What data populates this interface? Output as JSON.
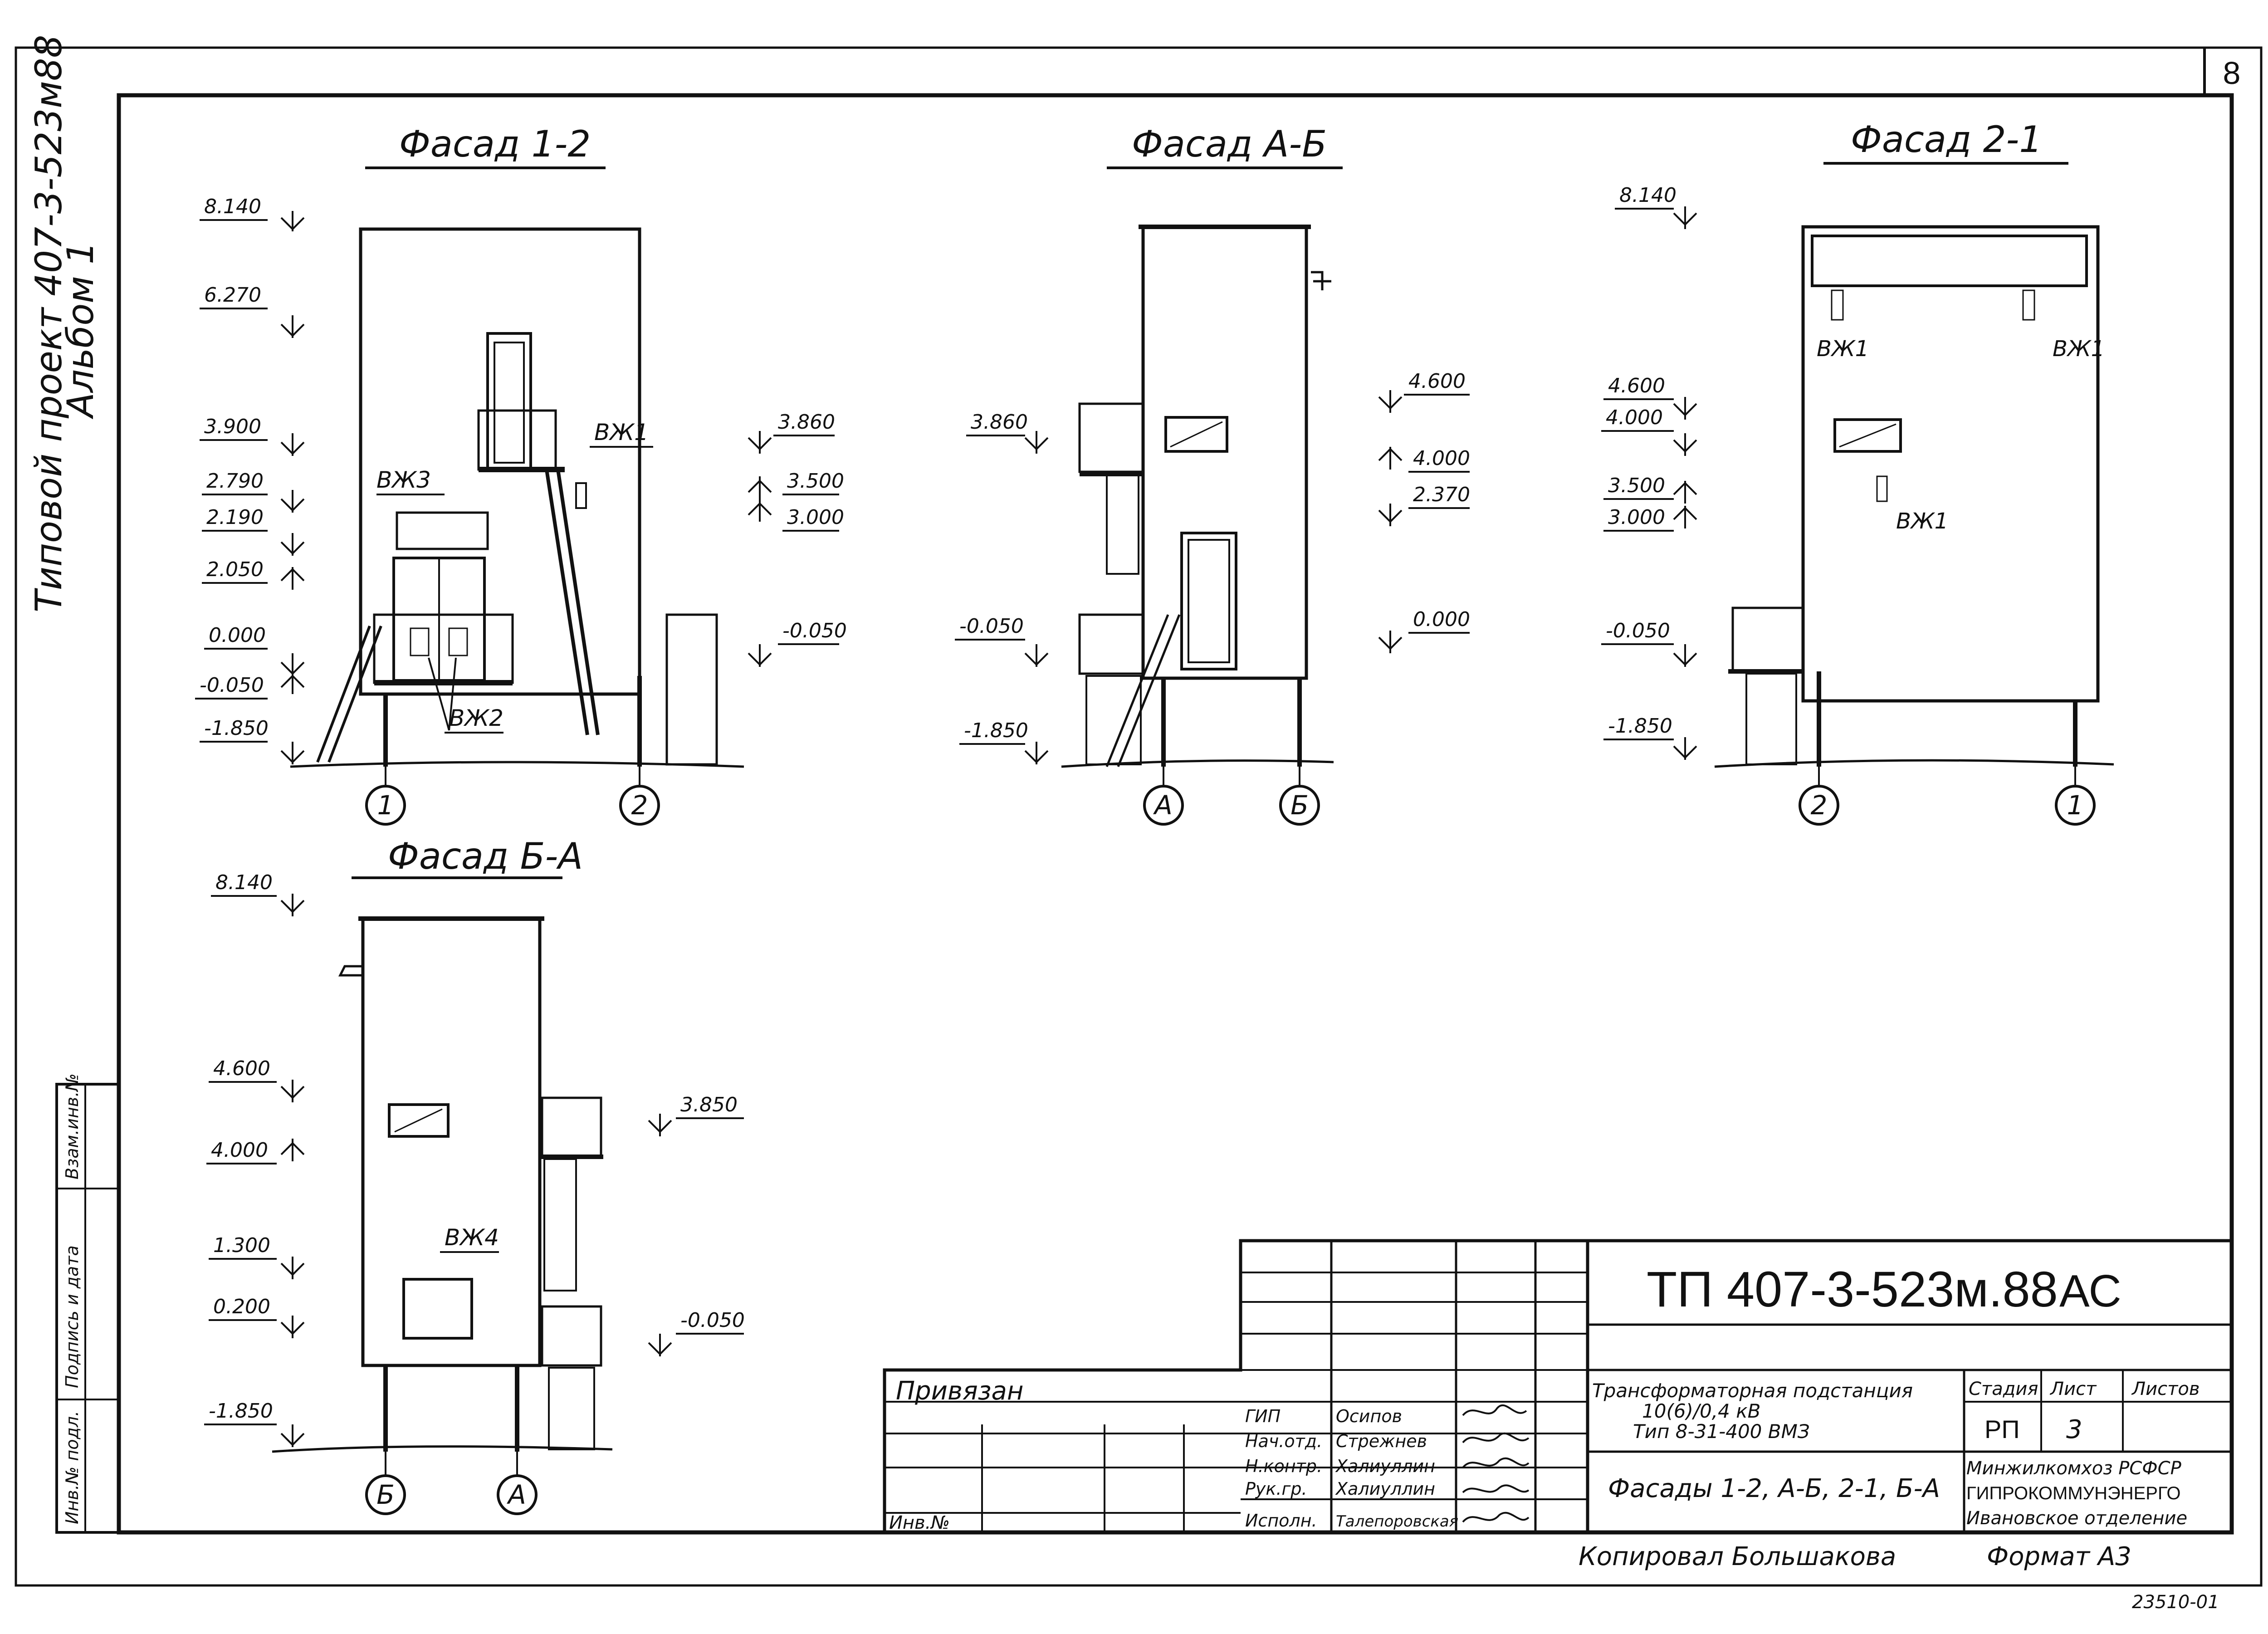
{
  "sheet": {
    "number": "8",
    "side_label_line1": "Типовой проект 407-3-523м88",
    "side_label_line2": "Альбом 1",
    "margin_labels": [
      "Инв.№ подл.",
      "Подпись и дата",
      "Взам.инв.№"
    ]
  },
  "views": {
    "facade_1_2": {
      "title": "Фасад 1-2",
      "left_levels": [
        "8.140",
        "6.270",
        "3.900",
        "2.790",
        "2.190",
        "2.050",
        "0.000",
        "-0.050",
        "-1.850"
      ],
      "right_levels": [
        "3.860",
        "3.500",
        "3.000",
        "-0.050"
      ],
      "labels": [
        "ВЖ3",
        "ВЖ1",
        "ВЖ2"
      ],
      "axes": [
        "1",
        "2"
      ]
    },
    "facade_a_b": {
      "title": "Фасад А-Б",
      "left_levels": [
        "3.860",
        "-0.050",
        "-1.850"
      ],
      "right_levels": [
        "4.600",
        "4.000",
        "2.370",
        "0.000"
      ],
      "axes": [
        "А",
        "Б"
      ]
    },
    "facade_2_1": {
      "title": "Фасад 2-1",
      "left_levels": [
        "8.140",
        "4.600",
        "4.000",
        "3.500",
        "3.000",
        "-0.050",
        "-1.850"
      ],
      "labels": [
        "ВЖ1",
        "ВЖ1",
        "ВЖ1"
      ],
      "axes": [
        "2",
        "1"
      ]
    },
    "facade_b_a": {
      "title": "Фасад Б-А",
      "left_levels": [
        "8.140",
        "4.600",
        "4.000",
        "1.300",
        "0.200",
        "-1.850"
      ],
      "right_levels": [
        "3.850",
        "-0.050"
      ],
      "labels": [
        "ВЖ4"
      ],
      "axes": [
        "Б",
        "А"
      ]
    }
  },
  "title_block": {
    "code": "ТП 407-3-523м.88",
    "mark": "АС",
    "bound_label": "Привязан",
    "inv_label": "Инв.№",
    "roles": [
      "ГИП",
      "Нач.отд.",
      "Н.контр.",
      "Рук.гр.",
      "Исполн."
    ],
    "names": [
      "Осипов",
      "Стрежнев",
      "Халиуллин",
      "Халиуллин",
      "Талепоровская"
    ],
    "object_line1": "Трансформаторная подстанция",
    "object_line2": "10(6)/0,4 кВ",
    "object_line3": "Тип 8-31-400 ВМЗ",
    "sheet_title": "Фасады 1-2, А-Б, 2-1, Б-А",
    "stage_header": "Стадия",
    "sheet_header": "Лист",
    "sheets_header": "Листов",
    "stage_value": "РП",
    "sheet_value": "3",
    "org_line1": "Минжилкомхоз РСФСР",
    "org_line2": "ГИПРОКОММУНЭНЕРГО",
    "org_line3": "Ивановское отделение"
  },
  "footer": {
    "copied": "Копировал  Большакова",
    "format": "Формат А3",
    "stamp": "23510-01"
  }
}
